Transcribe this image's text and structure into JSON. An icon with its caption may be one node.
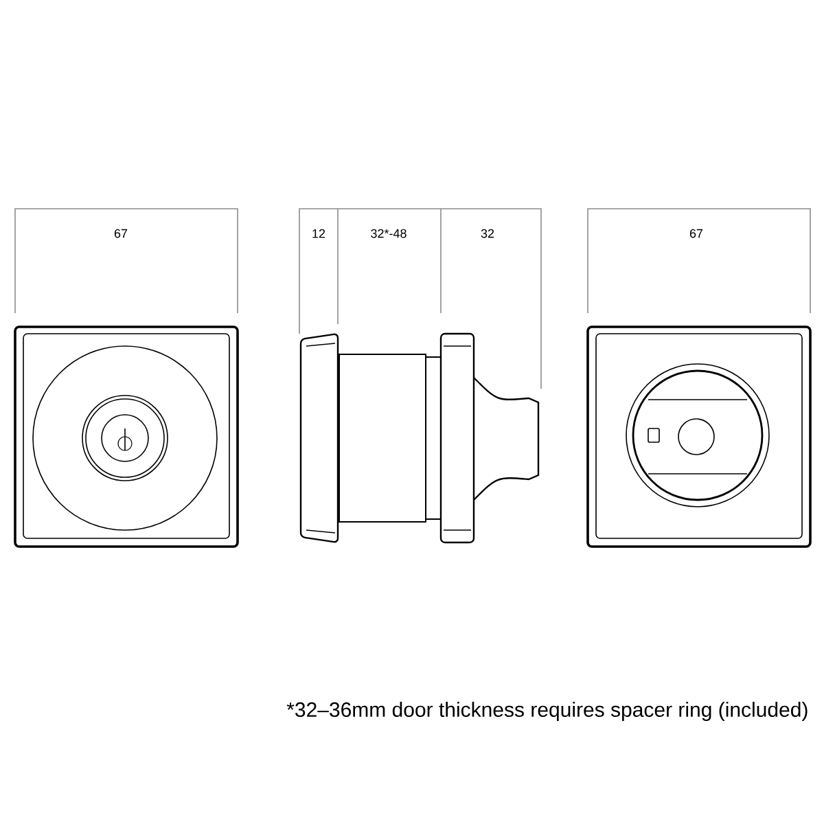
{
  "diagram": {
    "labels": [
      "67",
      "12",
      "32*-48",
      "32",
      "67",
      "*32–36mm door thickness requires spacer ring (included)"
    ]
  }
}
